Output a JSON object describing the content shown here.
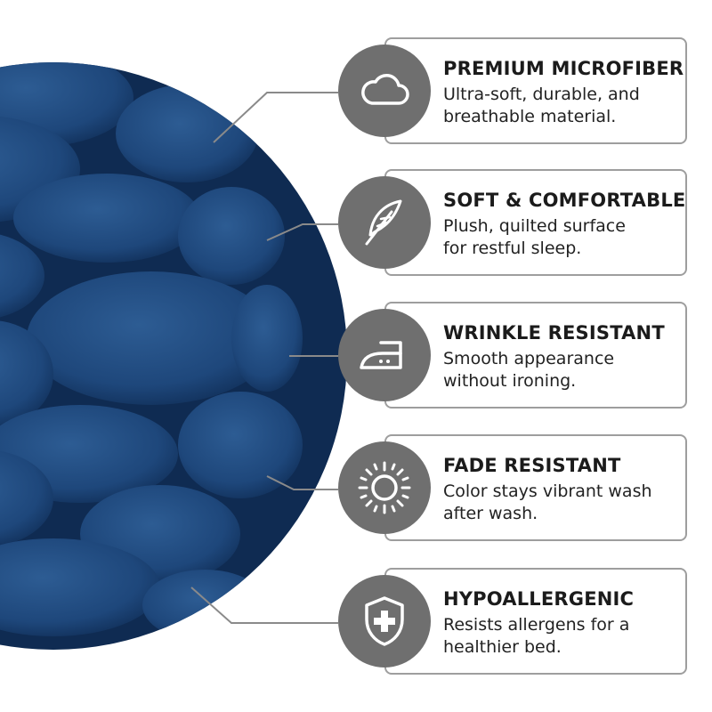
{
  "features": [
    {
      "icon": "cloud-icon",
      "title": "PREMIUM MICROFIBER",
      "line1": "Ultra-soft, durable, and",
      "line2": "breathable material."
    },
    {
      "icon": "feather-icon",
      "title": "SOFT & COMFORTABLE",
      "line1": "Plush, quilted surface",
      "line2": "for restful sleep."
    },
    {
      "icon": "iron-icon",
      "title": "WRINKLE RESISTANT",
      "line1": "Smooth appearance",
      "line2": "without ironing."
    },
    {
      "icon": "sun-icon",
      "title": "FADE RESISTANT",
      "line1": "Color stays vibrant wash",
      "line2": "after wash."
    },
    {
      "icon": "shield-plus-icon",
      "title": "HYPOALLERGENIC",
      "line1": "Resists allergens for a",
      "line2": "healthier bed."
    }
  ],
  "colors": {
    "fabric": "#1d4476",
    "icon_bg": "#6f6f6f",
    "card_border": "#9e9e9e",
    "connector": "#8a8a8a"
  }
}
